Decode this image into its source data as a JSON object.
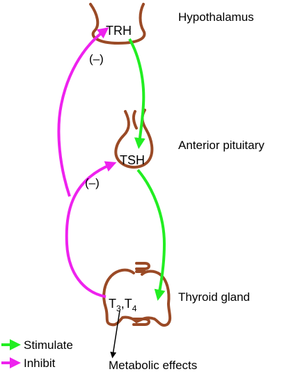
{
  "organs": {
    "hypothalamus": "Hypothalamus",
    "anterior_pituitary": "Anterior pituitary",
    "thyroid_gland": "Thyroid gland"
  },
  "hormones": {
    "trh": "TRH",
    "tsh": "TSH",
    "t3_base": "T",
    "t3_sub": "3",
    "separator": ",",
    "t4_base": "T",
    "t4_sub": "4"
  },
  "feedback": {
    "upper": "(–)",
    "lower": "(–)"
  },
  "effects": {
    "metabolic": "Metabolic effects"
  },
  "legend": {
    "stimulate": "Stimulate",
    "inhibit": "Inhibit"
  },
  "colors": {
    "stimulate": "#22ee22",
    "inhibit": "#ee22ee",
    "organ_outline": "#9a4a26"
  }
}
